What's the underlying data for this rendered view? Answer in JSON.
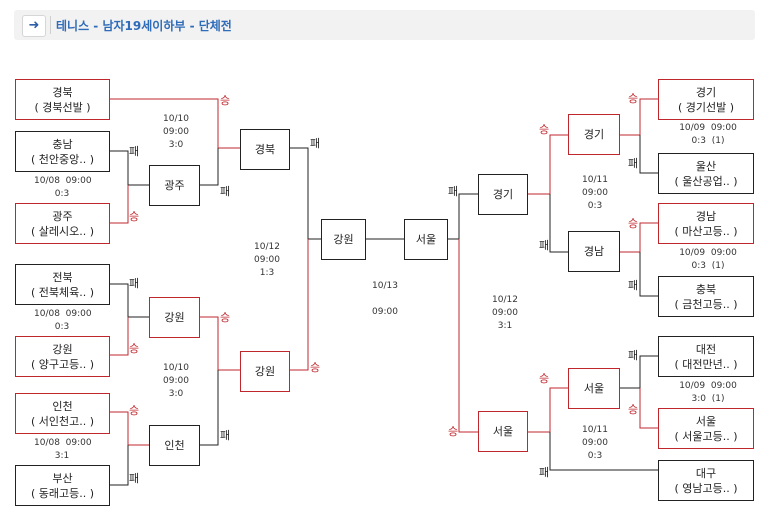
{
  "header": {
    "icon": "arrow-right-icon",
    "title": "테니스 - 남자19세이하부 - 단체전"
  },
  "bracket": {
    "left_r1": {
      "gyeongbuk": {
        "name": "경북",
        "team": "( 경북선발 )"
      },
      "chungnam": {
        "name": "충남",
        "team": "( 천안중앙.. )"
      },
      "gwangju": {
        "name": "광주",
        "team": "( 살레시오.. )"
      },
      "jeonbuk": {
        "name": "전북",
        "team": "( 전북체육.. )"
      },
      "gangwon": {
        "name": "강원",
        "team": "( 양구고등.. )"
      },
      "incheon": {
        "name": "인천",
        "team": "( 서인천고.. )"
      },
      "busan": {
        "name": "부산",
        "team": "( 동래고등.. )"
      }
    },
    "left_r2": {
      "gwangju": "광주",
      "gangwon": "강원",
      "incheon": "인천"
    },
    "left_r3": {
      "gyeongbuk": "경북",
      "gangwon": "강원"
    },
    "semi_left": "강원",
    "semi_right": "서울",
    "right_r3": {
      "gyeonggi": "경기",
      "seoul": "서울"
    },
    "right_r2": {
      "gyeonggi": "경기",
      "gyeongnam": "경남",
      "seoul": "서울"
    },
    "right_r1": {
      "gyeonggi": {
        "name": "경기",
        "team": "( 경기선발 )"
      },
      "ulsan": {
        "name": "울산",
        "team": "( 울산공업.. )"
      },
      "gyeongnam": {
        "name": "경남",
        "team": "( 마산고등.. )"
      },
      "chungbuk": {
        "name": "충북",
        "team": "( 금천고등.. )"
      },
      "daejeon": {
        "name": "대전",
        "team": "( 대전만년.. )"
      },
      "seoul": {
        "name": "서울",
        "team": "( 서울고등.. )"
      },
      "daegu": {
        "name": "대구",
        "team": "( 영남고등.. )"
      }
    }
  },
  "results": {
    "lg1": {
      "date": "10/08",
      "time": "09:00",
      "score": "0:3",
      "extra": ""
    },
    "lg2": {
      "date": "10/08",
      "time": "09:00",
      "score": "0:3",
      "extra": ""
    },
    "lg3": {
      "date": "10/08",
      "time": "09:00",
      "score": "3:1",
      "extra": ""
    },
    "lq1": {
      "date": "10/10",
      "time": "09:00",
      "score": "3:0",
      "extra": ""
    },
    "lq2": {
      "date": "10/10",
      "time": "09:00",
      "score": "3:0",
      "extra": ""
    },
    "lsemi": {
      "date": "10/12",
      "time": "09:00",
      "score": "1:3",
      "extra": ""
    },
    "final": {
      "date": "10/13",
      "time": "09:00",
      "score": "",
      "extra": ""
    },
    "rsemi": {
      "date": "10/12",
      "time": "09:00",
      "score": "3:1",
      "extra": ""
    },
    "rq1": {
      "date": "10/11",
      "time": "09:00",
      "score": "0:3",
      "extra": ""
    },
    "rq2": {
      "date": "10/11",
      "time": "09:00",
      "score": "0:3",
      "extra": ""
    },
    "rg1": {
      "date": "10/09",
      "time": "09:00",
      "score": "0:3",
      "extra": "(1)"
    },
    "rg2": {
      "date": "10/09",
      "time": "09:00",
      "score": "0:3",
      "extra": "(1)"
    },
    "rg3": {
      "date": "10/09",
      "time": "09:00",
      "score": "3:0",
      "extra": "(1)"
    }
  },
  "labels": {
    "win": "승",
    "loss": "패"
  },
  "colors": {
    "winner": "#c0272d",
    "loser": "#222222",
    "title": "#2e6bb8"
  }
}
